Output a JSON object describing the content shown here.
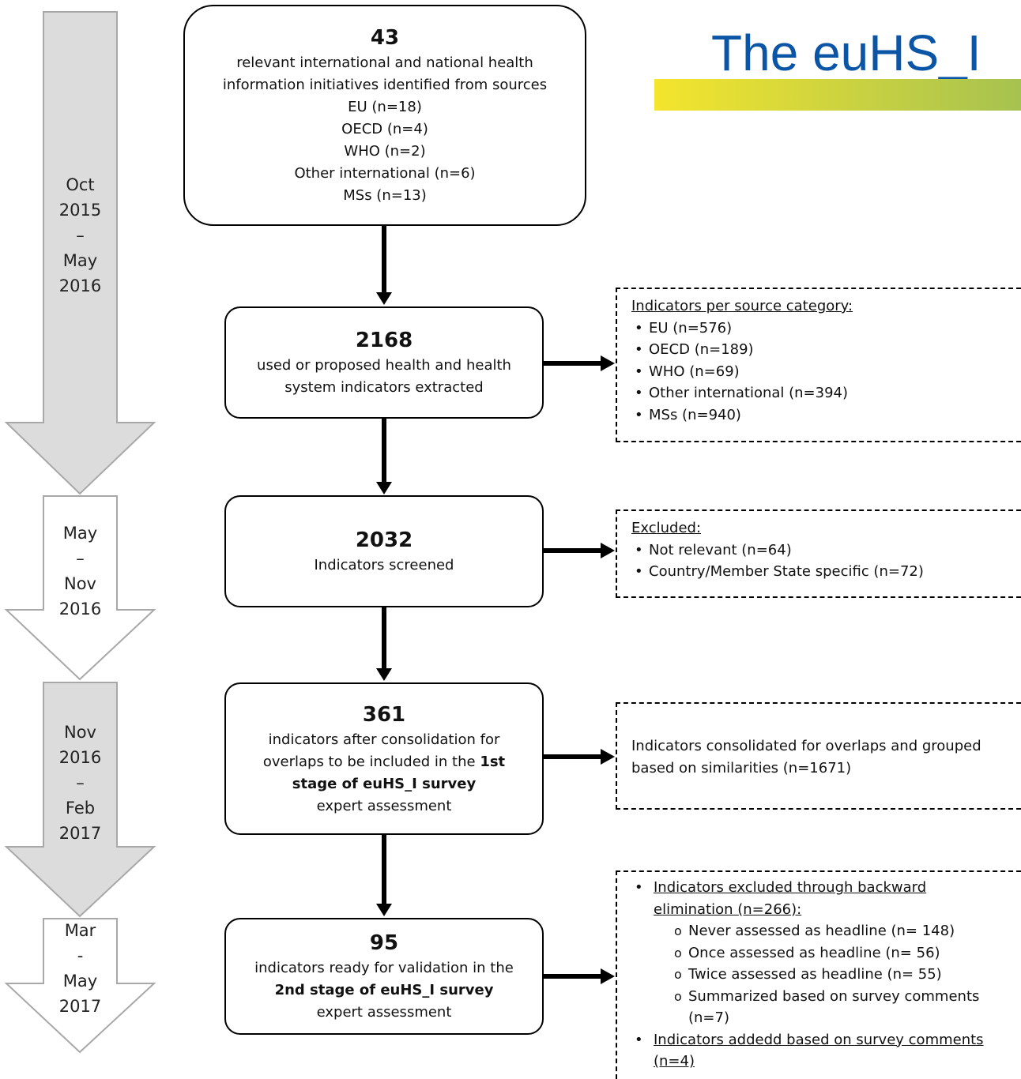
{
  "title": "The euHS_I",
  "timeline": [
    {
      "lines": [
        "Oct",
        "2015",
        "–",
        "May",
        "2016"
      ]
    },
    {
      "lines": [
        "May",
        "–",
        "Nov",
        "2016"
      ]
    },
    {
      "lines": [
        "Nov",
        "2016",
        "–",
        "Feb",
        "2017"
      ]
    },
    {
      "lines": [
        "Mar",
        "-",
        "May",
        "2017"
      ]
    }
  ],
  "boxes": [
    {
      "number": "43",
      "lines": [
        "relevant international and national health",
        "information initiatives identified from sources",
        "EU (n=18)",
        "OECD (n=4)",
        "WHO (n=2)",
        "Other international (n=6)",
        "MSs (n=13)"
      ]
    },
    {
      "number": "2168",
      "lines": [
        "used or proposed health and health",
        "system indicators extracted"
      ]
    },
    {
      "number": "2032",
      "lines": [
        "Indicators screened"
      ]
    },
    {
      "number": "361",
      "line1": "indicators after consolidation for",
      "line2_pre": "overlaps to be included in the ",
      "line2_bold": "1st",
      "line3_bold": "stage of euHS_I survey",
      "line4": "expert assessment"
    },
    {
      "number": "95",
      "line1": "indicators ready for validation in the",
      "line2_bold": "2nd stage of euHS_I survey",
      "line3": "expert assessment"
    }
  ],
  "side_notes": {
    "source_categories": {
      "header": "Indicators per source category:",
      "items": [
        "EU (n=576)",
        "OECD (n=189)",
        "WHO (n=69)",
        "Other international (n=394)",
        "MSs (n=940)"
      ]
    },
    "excluded": {
      "header": "Excluded:",
      "items": [
        "Not relevant (n=64)",
        "Country/Member State specific (n=72)"
      ]
    },
    "consolidated": {
      "text": "Indicators consolidated for overlaps and grouped based on similarities (n=1671)"
    },
    "survey": {
      "item1": "Indicators excluded through backward elimination (n=266):",
      "sub_items": [
        "Never assessed as headline (n= 148)",
        "Once assessed as headline (n= 56)",
        "Twice assessed as headline (n= 55)",
        "Summarized based on survey comments (n=7)"
      ],
      "item2": "Indicators addedd based on survey comments (n=4)"
    }
  }
}
